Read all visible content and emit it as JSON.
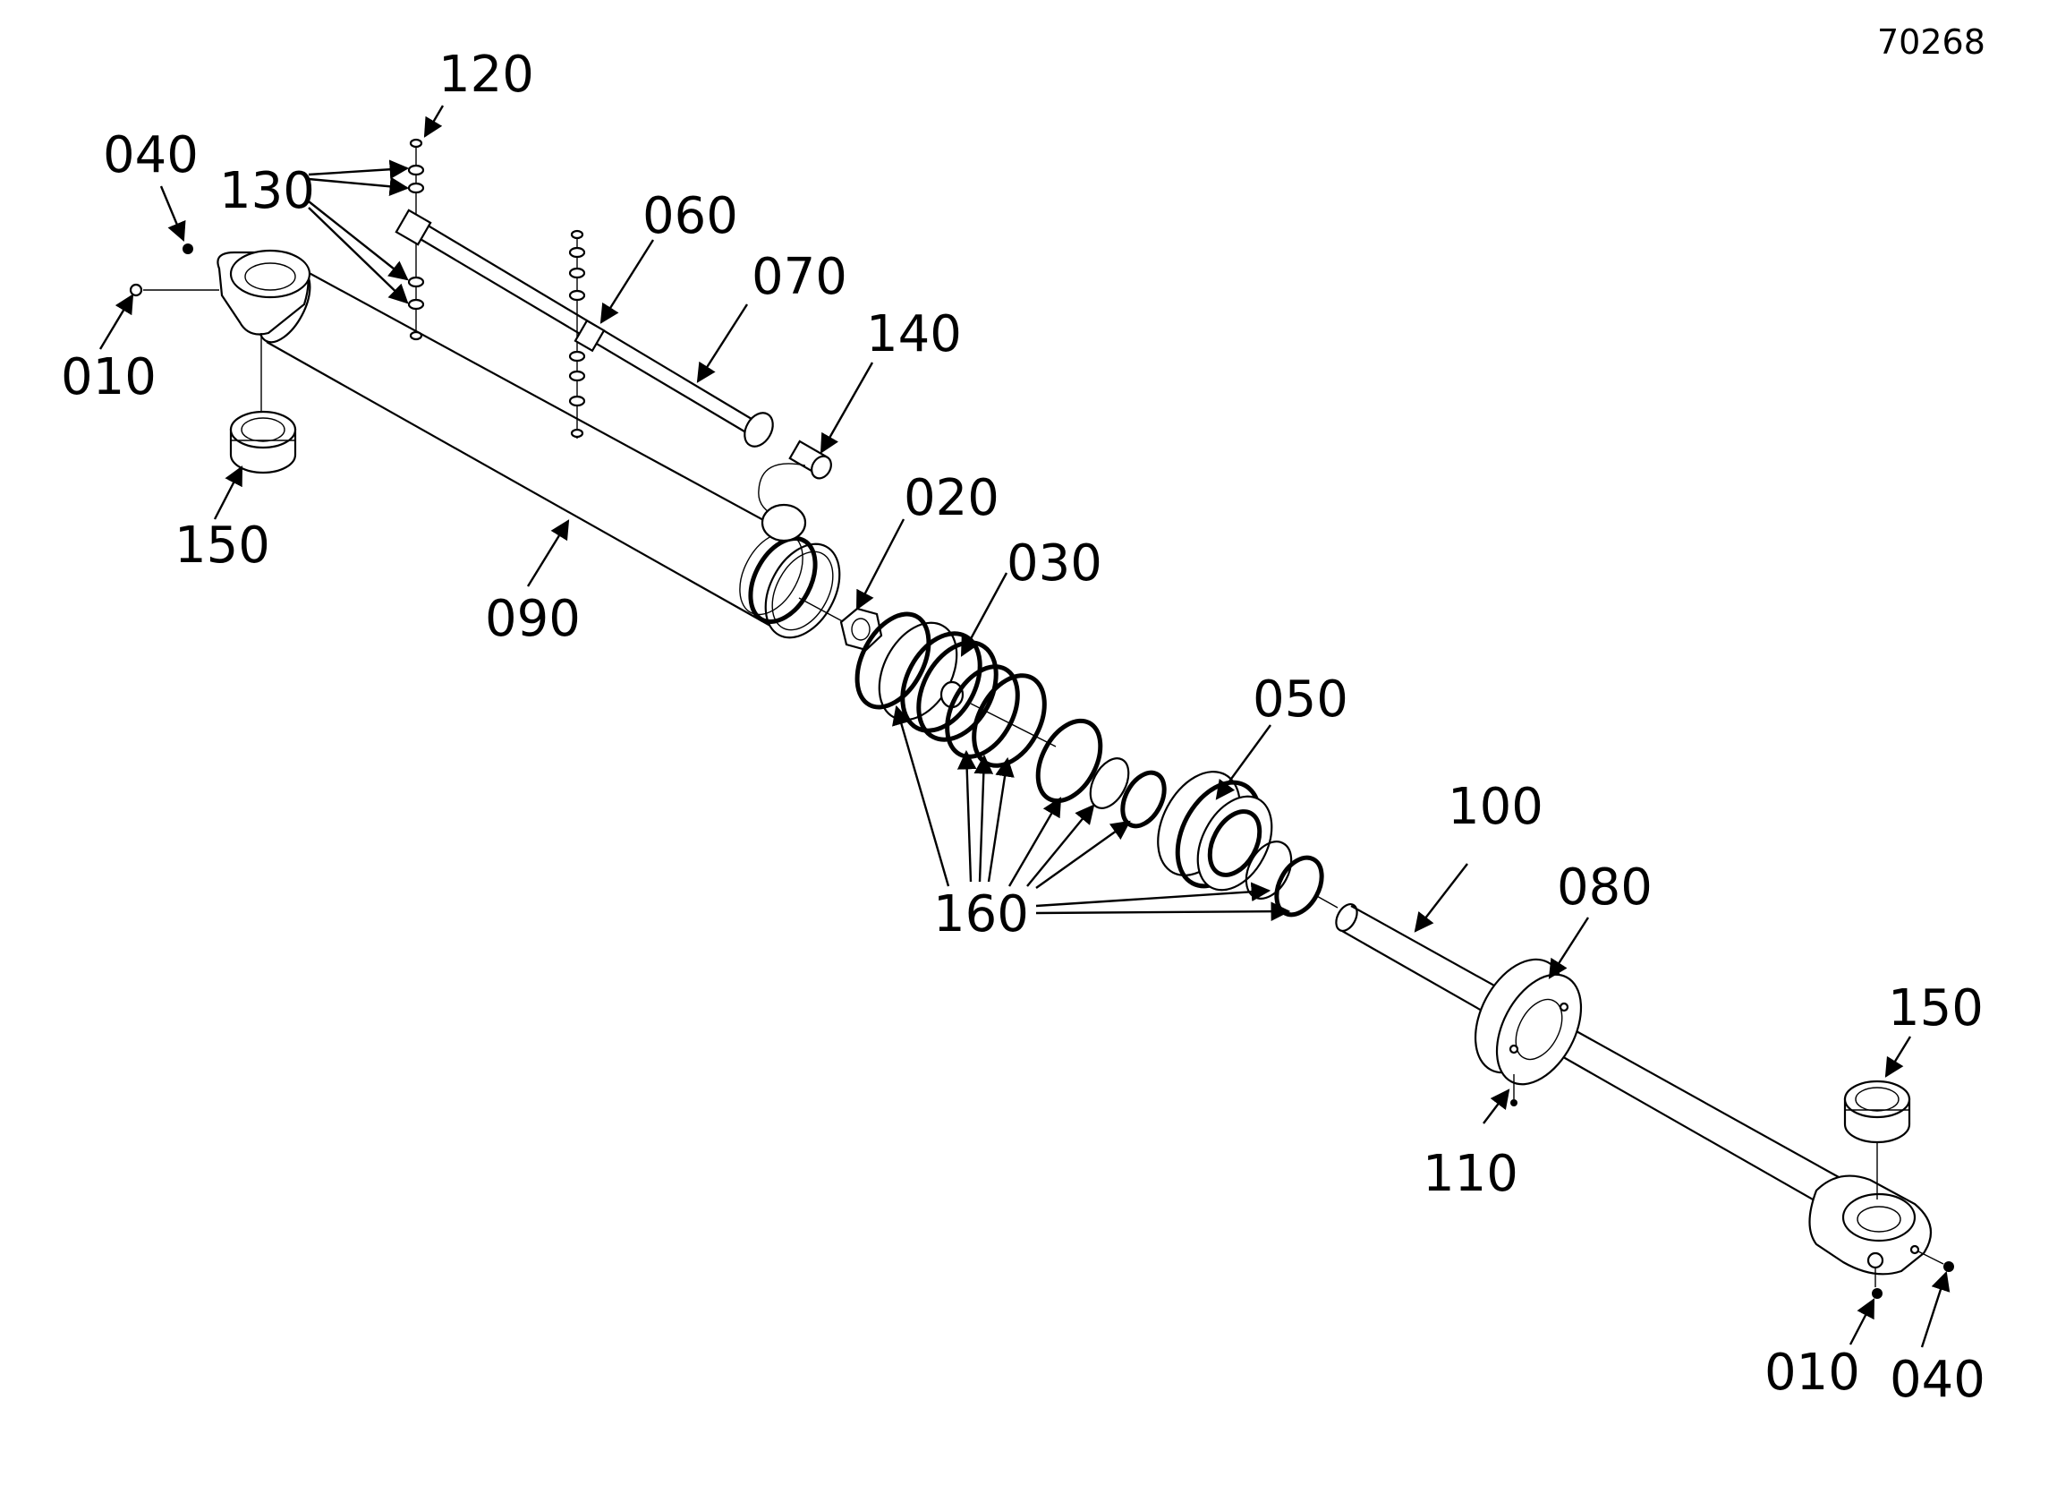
{
  "drawing": {
    "reference_number": "70268"
  },
  "callouts": [
    {
      "id": "c120",
      "label": "120"
    },
    {
      "id": "c040a",
      "label": "040"
    },
    {
      "id": "c130",
      "label": "130"
    },
    {
      "id": "c060",
      "label": "060"
    },
    {
      "id": "c070",
      "label": "070"
    },
    {
      "id": "c140",
      "label": "140"
    },
    {
      "id": "c010a",
      "label": "010"
    },
    {
      "id": "c150a",
      "label": "150"
    },
    {
      "id": "c090",
      "label": "090"
    },
    {
      "id": "c020",
      "label": "020"
    },
    {
      "id": "c030",
      "label": "030"
    },
    {
      "id": "c050",
      "label": "050"
    },
    {
      "id": "c160",
      "label": "160"
    },
    {
      "id": "c100",
      "label": "100"
    },
    {
      "id": "c080",
      "label": "080"
    },
    {
      "id": "c150b",
      "label": "150"
    },
    {
      "id": "c110",
      "label": "110"
    },
    {
      "id": "c010b",
      "label": "010"
    },
    {
      "id": "c040b",
      "label": "040"
    }
  ]
}
